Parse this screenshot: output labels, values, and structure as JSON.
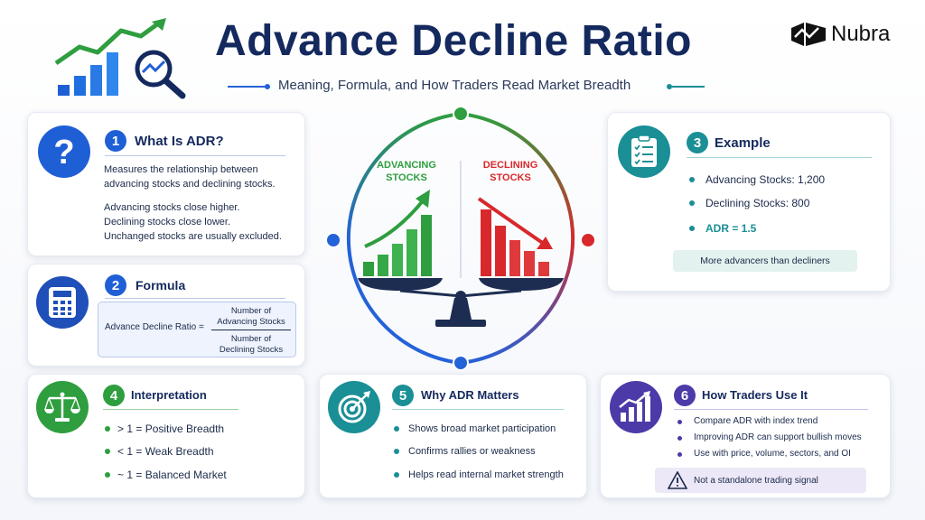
{
  "header": {
    "title": "Advance Decline Ratio",
    "subtitle": "Meaning, Formula, and How Traders Read Market Breadth",
    "brand": "Nubra",
    "colors": {
      "title": "#14295e",
      "green": "#2e9e3f",
      "red": "#d8282c",
      "blue": "#2462d8",
      "teal": "#1a8f95",
      "purple": "#4b3aa8"
    }
  },
  "card1": {
    "number": "1",
    "heading": "What Is ADR?",
    "icon": "question-icon",
    "lines_a": [
      "Measures the relationship between",
      "advancing stocks and declining stocks."
    ],
    "lines_b": [
      "Advancing stocks close higher.",
      "Declining stocks close lower.",
      "Unchanged stocks are usually excluded."
    ]
  },
  "card2": {
    "number": "2",
    "heading": "Formula",
    "icon": "calculator-icon",
    "formula_label": "Advance Decline Ratio =",
    "numerator": [
      "Number of",
      "Advancing Stocks"
    ],
    "denominator": [
      "Number of",
      "Declining Stocks"
    ]
  },
  "card3": {
    "number": "3",
    "heading": "Example",
    "icon": "clipboard-checklist-icon",
    "items": [
      "Advancing Stocks: 1,200",
      "Declining Stocks: 800",
      "ADR = 1.5"
    ],
    "note": "More advancers than decliners"
  },
  "center": {
    "advancing_label": [
      "ADVANCING",
      "STOCKS"
    ],
    "declining_label": [
      "DECLINING",
      "STOCKS"
    ],
    "icon": "balance-scale-icon"
  },
  "card4": {
    "number": "4",
    "heading": "Interpretation",
    "icon": "scales-icon",
    "items": [
      "> 1 = Positive Breadth",
      "< 1 = Weak Breadth",
      "~ 1 = Balanced Market"
    ]
  },
  "card5": {
    "number": "5",
    "heading": "Why ADR Matters",
    "icon": "target-icon",
    "items": [
      "Shows broad market participation",
      "Confirms rallies or weakness",
      "Helps read internal market strength"
    ]
  },
  "card6": {
    "number": "6",
    "heading": "How Traders Use It",
    "icon": "bar-chart-up-icon",
    "items": [
      "Compare ADR with index trend",
      "Improving ADR can support bullish moves",
      "Use with price, volume, sectors, and OI"
    ],
    "warning": "Not a standalone trading signal"
  }
}
